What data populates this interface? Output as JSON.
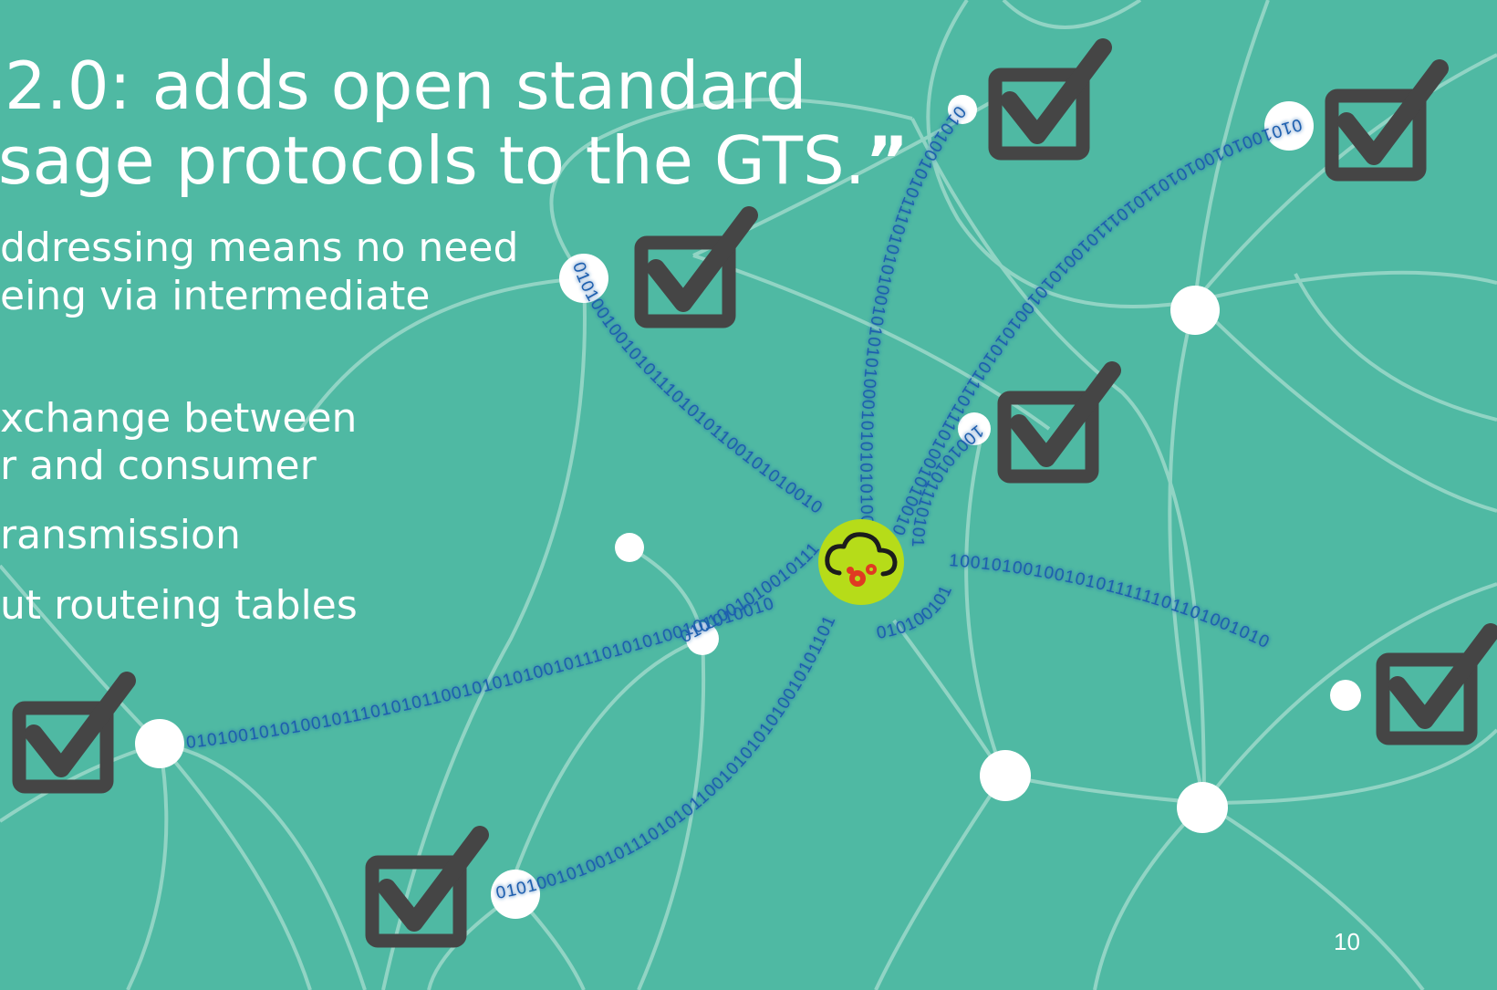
{
  "slide": {
    "title_lines": [
      "2.0: adds open standard",
      "sage protocols to the GTS."
    ],
    "title_quote_mark": "”",
    "bullets": [
      {
        "lines": [
          "ddressing means no need",
          "eing via intermediate"
        ]
      },
      {
        "lines": [
          "xchange between",
          "r and consumer"
        ]
      },
      {
        "lines": [
          "ransmission"
        ]
      },
      {
        "lines": [
          "ut routeing tables"
        ]
      }
    ],
    "page_number": "10"
  },
  "diagram": {
    "hub_icon": "cloud-gears-icon",
    "node_icon": "checkbox-checked-icon",
    "binary_streams": [
      "0101001010100101110101011001010101001011101010100101010010",
      "0101001010010111010101100101010101001010110101010110",
      "010100101001011101011001010",
      "0101001001010111010101100101010010",
      "01010010101110101010010101010001010101010001010",
      "0101001010010101101011101001010100101010111011101001010010",
      "1001010111010101001010011001",
      "10010100100101011111101101001010",
      "010100101001"
    ],
    "colors": {
      "background": "#4fb9a3",
      "network_lines": "#a7ddd0",
      "binary_text": "#1f5fae",
      "checkbox": "#454545",
      "hub_fill": "#b6dc19"
    }
  }
}
